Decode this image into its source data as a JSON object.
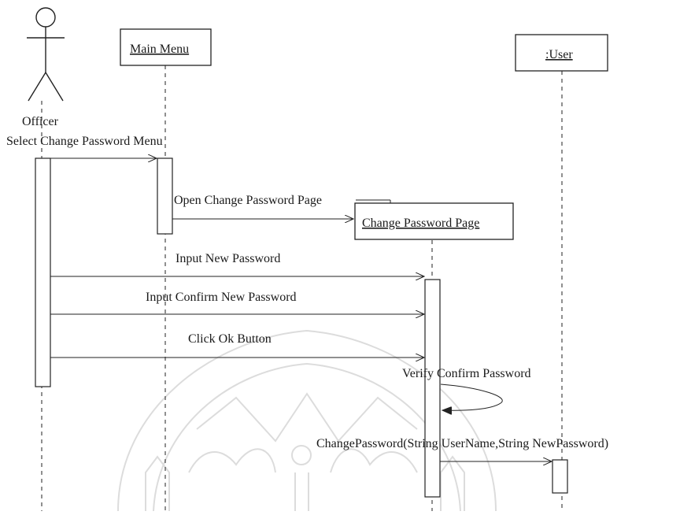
{
  "diagram": {
    "actor": {
      "name": "Officer",
      "icon": "stick-figure-icon"
    },
    "objects": {
      "main_menu": "Main Menu",
      "user": ":User",
      "change_password_page": "Change Password Page"
    },
    "messages": {
      "select_menu": "Select  Change Password Menu",
      "open_page": "Open Change Password Page",
      "input_new_password": "Input New Password",
      "input_confirm_password": "Input Confirm New Password",
      "click_ok": "Click Ok Button",
      "verify_confirm": "Verify Confirm Password",
      "change_password_call": "ChangePassword(String UserName,String NewPassword)"
    },
    "watermark": {
      "icon": "university-emblem-watermark"
    }
  }
}
